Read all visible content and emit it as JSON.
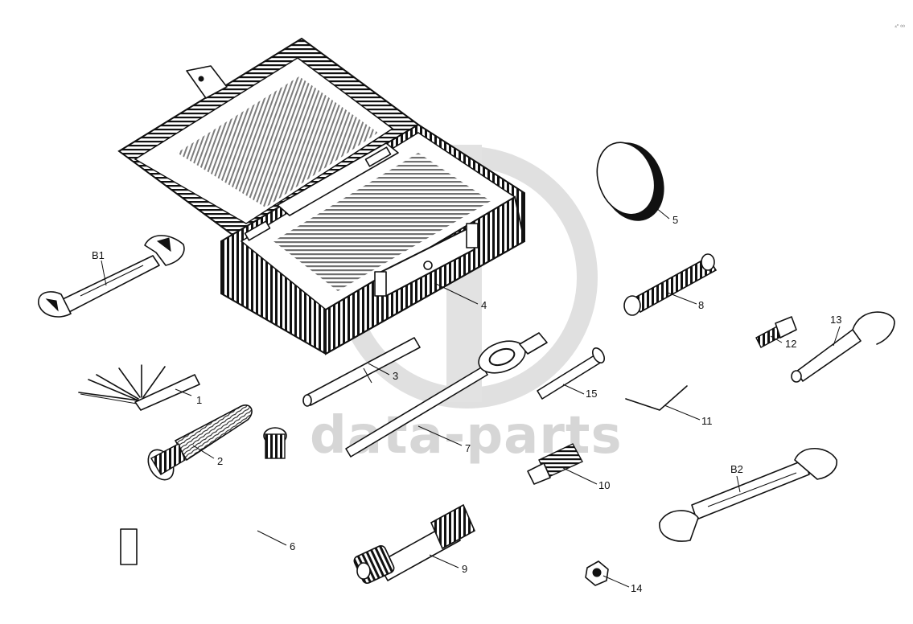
{
  "watermark": {
    "text": "data-parts"
  },
  "corner_mark": "⁴˚ ⁰⁰",
  "labels": {
    "b1": "B1",
    "b2": "B2",
    "p1": "1",
    "p2": "2",
    "p3": "3",
    "p4": "4",
    "p5": "5",
    "p6": "6",
    "p7": "7",
    "p8": "8",
    "p9": "9",
    "p10": "10",
    "p11": "11",
    "p12": "12",
    "p13": "13",
    "p14": "14",
    "p15": "15"
  }
}
